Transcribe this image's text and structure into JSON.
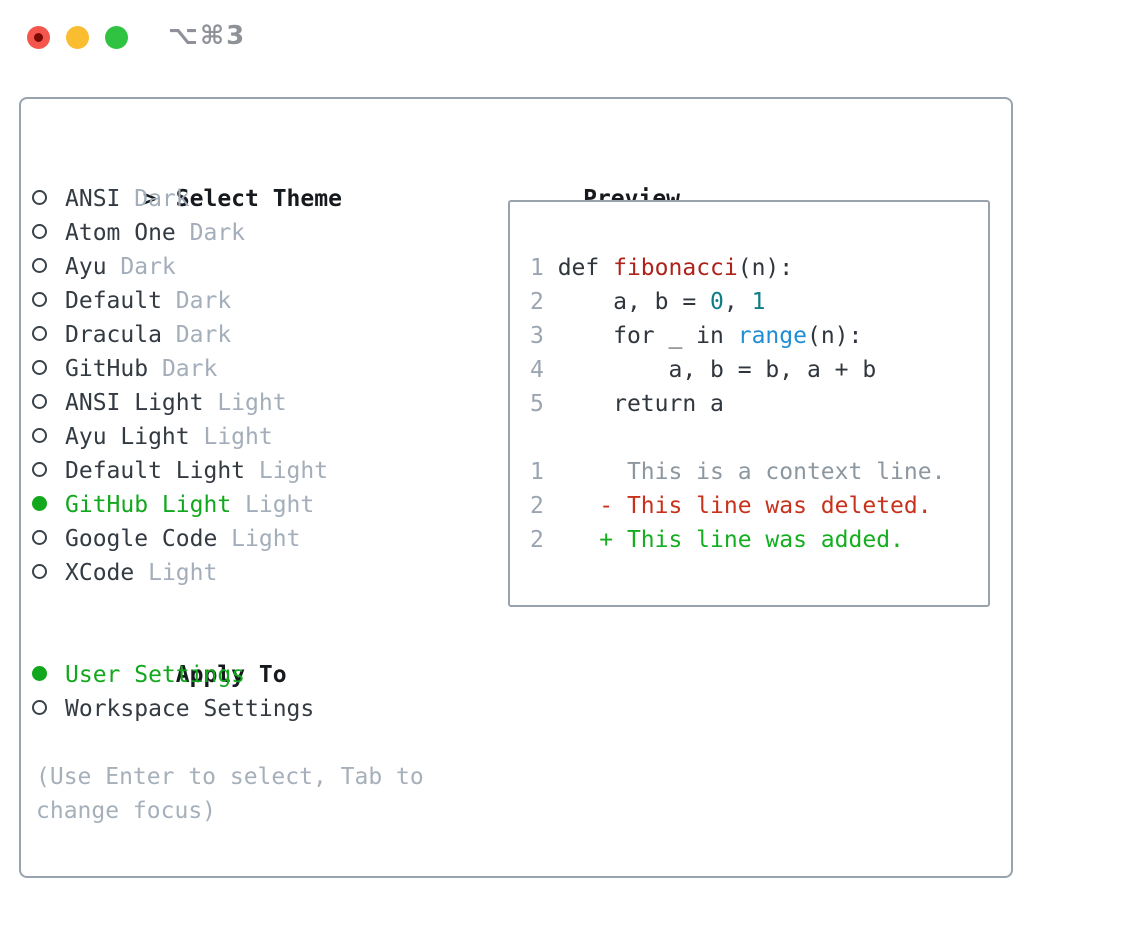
{
  "window": {
    "title": "⌥⌘3"
  },
  "theme_list": {
    "caret": ">",
    "header": "Select Theme",
    "items": [
      {
        "name": "ANSI",
        "variant": "Dark",
        "selected": false
      },
      {
        "name": "Atom One",
        "variant": "Dark",
        "selected": false
      },
      {
        "name": "Ayu",
        "variant": "Dark",
        "selected": false
      },
      {
        "name": "Default",
        "variant": "Dark",
        "selected": false
      },
      {
        "name": "Dracula",
        "variant": "Dark",
        "selected": false
      },
      {
        "name": "GitHub",
        "variant": "Dark",
        "selected": false
      },
      {
        "name": "ANSI Light",
        "variant": "Light",
        "selected": false
      },
      {
        "name": "Ayu Light",
        "variant": "Light",
        "selected": false
      },
      {
        "name": "Default Light",
        "variant": "Light",
        "selected": false
      },
      {
        "name": "GitHub Light",
        "variant": "Light",
        "selected": true
      },
      {
        "name": "Google Code",
        "variant": "Light",
        "selected": false
      },
      {
        "name": "XCode",
        "variant": "Light",
        "selected": false
      }
    ]
  },
  "apply_to": {
    "header": "Apply To",
    "options": [
      {
        "label": "User Settings",
        "selected": true
      },
      {
        "label": "Workspace Settings",
        "selected": false
      }
    ]
  },
  "hint": {
    "text": "(Use Enter to select, Tab to\nchange focus)"
  },
  "preview": {
    "header": "Preview",
    "lines": [
      {
        "num": "1",
        "segments": [
          {
            "t": " def ",
            "c": "code"
          },
          {
            "t": "fibonacci",
            "c": "func"
          },
          {
            "t": "(n):",
            "c": "code"
          }
        ]
      },
      {
        "num": "2",
        "segments": [
          {
            "t": "     a, b = ",
            "c": "code"
          },
          {
            "t": "0",
            "c": "num"
          },
          {
            "t": ", ",
            "c": "code"
          },
          {
            "t": "1",
            "c": "num"
          }
        ]
      },
      {
        "num": "3",
        "segments": [
          {
            "t": "     for _ in ",
            "c": "code"
          },
          {
            "t": "range",
            "c": "builtin"
          },
          {
            "t": "(n):",
            "c": "code"
          }
        ]
      },
      {
        "num": "4",
        "segments": [
          {
            "t": "         a, b = b, a + b",
            "c": "code"
          }
        ]
      },
      {
        "num": "5",
        "segments": [
          {
            "t": "     return a",
            "c": "code"
          }
        ]
      },
      {
        "num": "",
        "segments": []
      },
      {
        "num": "1",
        "segments": [
          {
            "t": "      This is a context line.",
            "c": "ctx"
          }
        ]
      },
      {
        "num": "2",
        "segments": [
          {
            "t": "    - This line was deleted.",
            "c": "del"
          }
        ]
      },
      {
        "num": "2",
        "segments": [
          {
            "t": "    + This line was added.",
            "c": "add"
          }
        ]
      }
    ]
  },
  "colors": {
    "accent_green": "#12a81d",
    "diff_deleted_red": "#c8321c",
    "diff_added_green": "#14ae20",
    "function_red": "#ad231b",
    "number_teal": "#0e7d85",
    "builtin_blue": "#1f8ed4",
    "border_gray": "#99a3ae",
    "traffic_red": "#f4564d",
    "traffic_yellow": "#fabd2f",
    "traffic_green": "#30c342"
  }
}
